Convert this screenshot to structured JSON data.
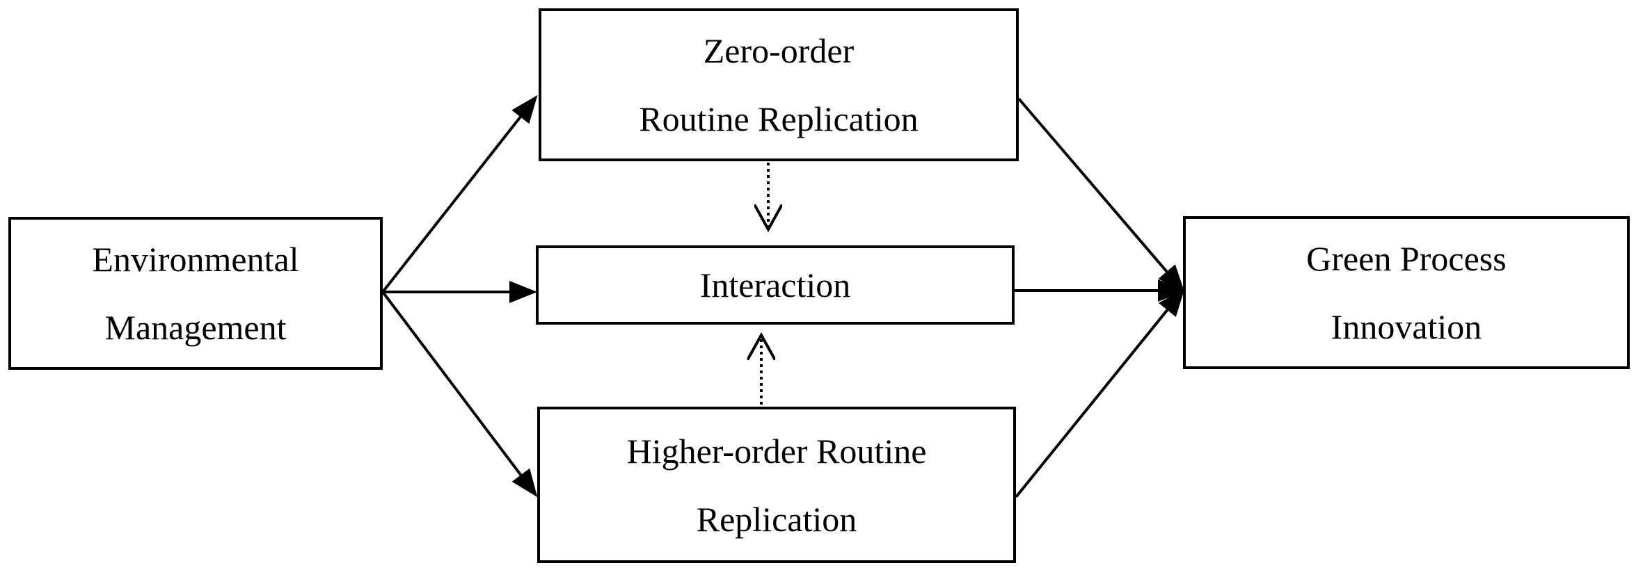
{
  "diagram": {
    "nodes": {
      "environmental_management": {
        "line1": "Environmental",
        "line2": "Management"
      },
      "zero_order": {
        "line1": "Zero-order",
        "line2": "Routine Replication"
      },
      "interaction": {
        "line1": "Interaction"
      },
      "higher_order": {
        "line1": "Higher-order Routine",
        "line2": "Replication"
      },
      "green_process_innovation": {
        "line1": "Green Process",
        "line2": "Innovation"
      }
    },
    "edges": [
      {
        "from": "environmental_management",
        "to": "zero_order",
        "style": "solid"
      },
      {
        "from": "environmental_management",
        "to": "interaction",
        "style": "solid"
      },
      {
        "from": "environmental_management",
        "to": "higher_order",
        "style": "solid"
      },
      {
        "from": "zero_order",
        "to": "green_process_innovation",
        "style": "solid"
      },
      {
        "from": "interaction",
        "to": "green_process_innovation",
        "style": "solid"
      },
      {
        "from": "higher_order",
        "to": "green_process_innovation",
        "style": "solid"
      },
      {
        "from": "zero_order",
        "to": "interaction",
        "style": "dotted"
      },
      {
        "from": "higher_order",
        "to": "interaction",
        "style": "dotted"
      }
    ],
    "colors": {
      "stroke": "#000000",
      "fill": "#ffffff",
      "text": "#000000"
    }
  }
}
